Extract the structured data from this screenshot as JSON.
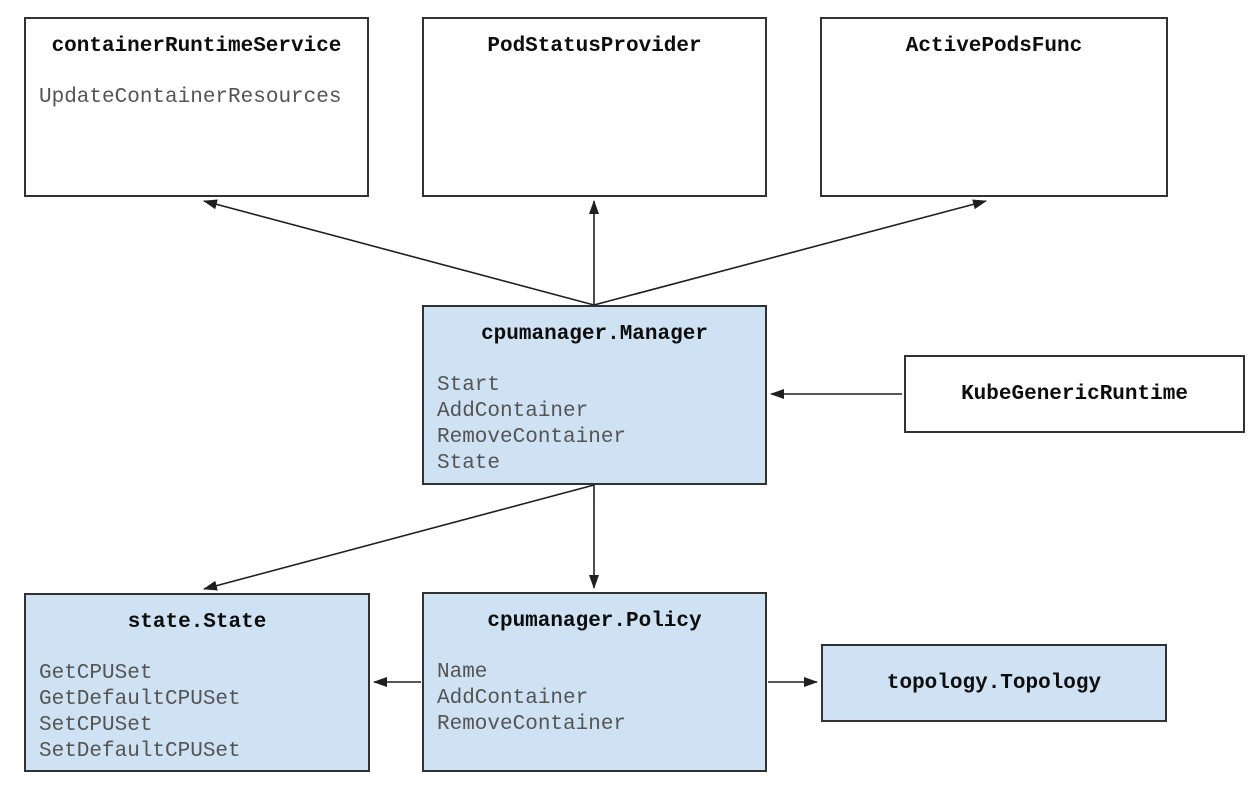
{
  "diagram": {
    "colors": {
      "background": "#ffffff",
      "node_fill_plain": "#ffffff",
      "node_fill_highlight": "#cfe2f3",
      "node_border": "#323232",
      "title_text": "#0d0d0d",
      "method_text": "#545454",
      "arrow": "#1f1f1f"
    },
    "nodes": {
      "container_runtime_service": {
        "title": "containerRuntimeService",
        "methods": [
          "UpdateContainerResources"
        ]
      },
      "pod_status_provider": {
        "title": "PodStatusProvider",
        "methods": []
      },
      "active_pods_func": {
        "title": "ActivePodsFunc",
        "methods": []
      },
      "cpumanager_manager": {
        "title": "cpumanager.Manager",
        "methods": [
          "Start",
          "AddContainer",
          "RemoveContainer",
          "State"
        ]
      },
      "kube_generic_runtime": {
        "title": "KubeGenericRuntime",
        "methods": []
      },
      "state_state": {
        "title": "state.State",
        "methods": [
          "GetCPUSet",
          "GetDefaultCPUSet",
          "SetCPUSet",
          "SetDefaultCPUSet"
        ]
      },
      "cpumanager_policy": {
        "title": "cpumanager.Policy",
        "methods": [
          "Name",
          "AddContainer",
          "RemoveContainer"
        ]
      },
      "topology_topology": {
        "title": "topology.Topology",
        "methods": []
      }
    },
    "edges": [
      {
        "from": "cpumanager.Manager",
        "to": "containerRuntimeService"
      },
      {
        "from": "cpumanager.Manager",
        "to": "PodStatusProvider"
      },
      {
        "from": "cpumanager.Manager",
        "to": "ActivePodsFunc"
      },
      {
        "from": "KubeGenericRuntime",
        "to": "cpumanager.Manager"
      },
      {
        "from": "cpumanager.Manager",
        "to": "state.State"
      },
      {
        "from": "cpumanager.Manager",
        "to": "cpumanager.Policy"
      },
      {
        "from": "cpumanager.Policy",
        "to": "state.State"
      },
      {
        "from": "cpumanager.Policy",
        "to": "topology.Topology"
      }
    ]
  }
}
